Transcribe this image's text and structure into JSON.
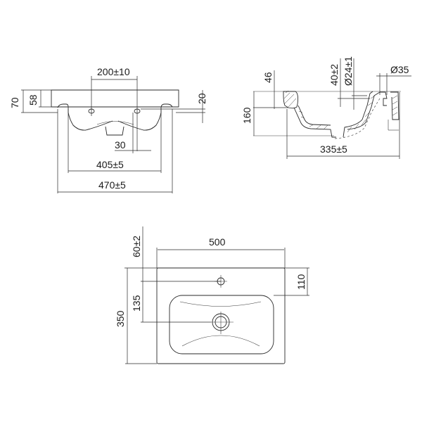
{
  "title": "Washbasin technical drawing",
  "front_view": {
    "dims": {
      "tap_spacing": "200±10",
      "total_height": "70",
      "rim_height": "58",
      "overflow_height": "20",
      "hole_offset": "30",
      "inner_width": "405±5",
      "outer_width": "470±5"
    }
  },
  "section_view": {
    "dims": {
      "rim_depth": "46",
      "drain_depth": "40±2",
      "drain_diameter": "Ø24±1",
      "tap_hole_diameter": "Ø35",
      "height": "160",
      "depth": "335±5"
    }
  },
  "top_view": {
    "dims": {
      "width": "500",
      "tap_hole_offset": "60±2",
      "bowl_offset": "110",
      "drain_offset": "135",
      "depth": "350"
    }
  },
  "colors": {
    "line": "#2a2a2a",
    "background": "#ffffff"
  }
}
